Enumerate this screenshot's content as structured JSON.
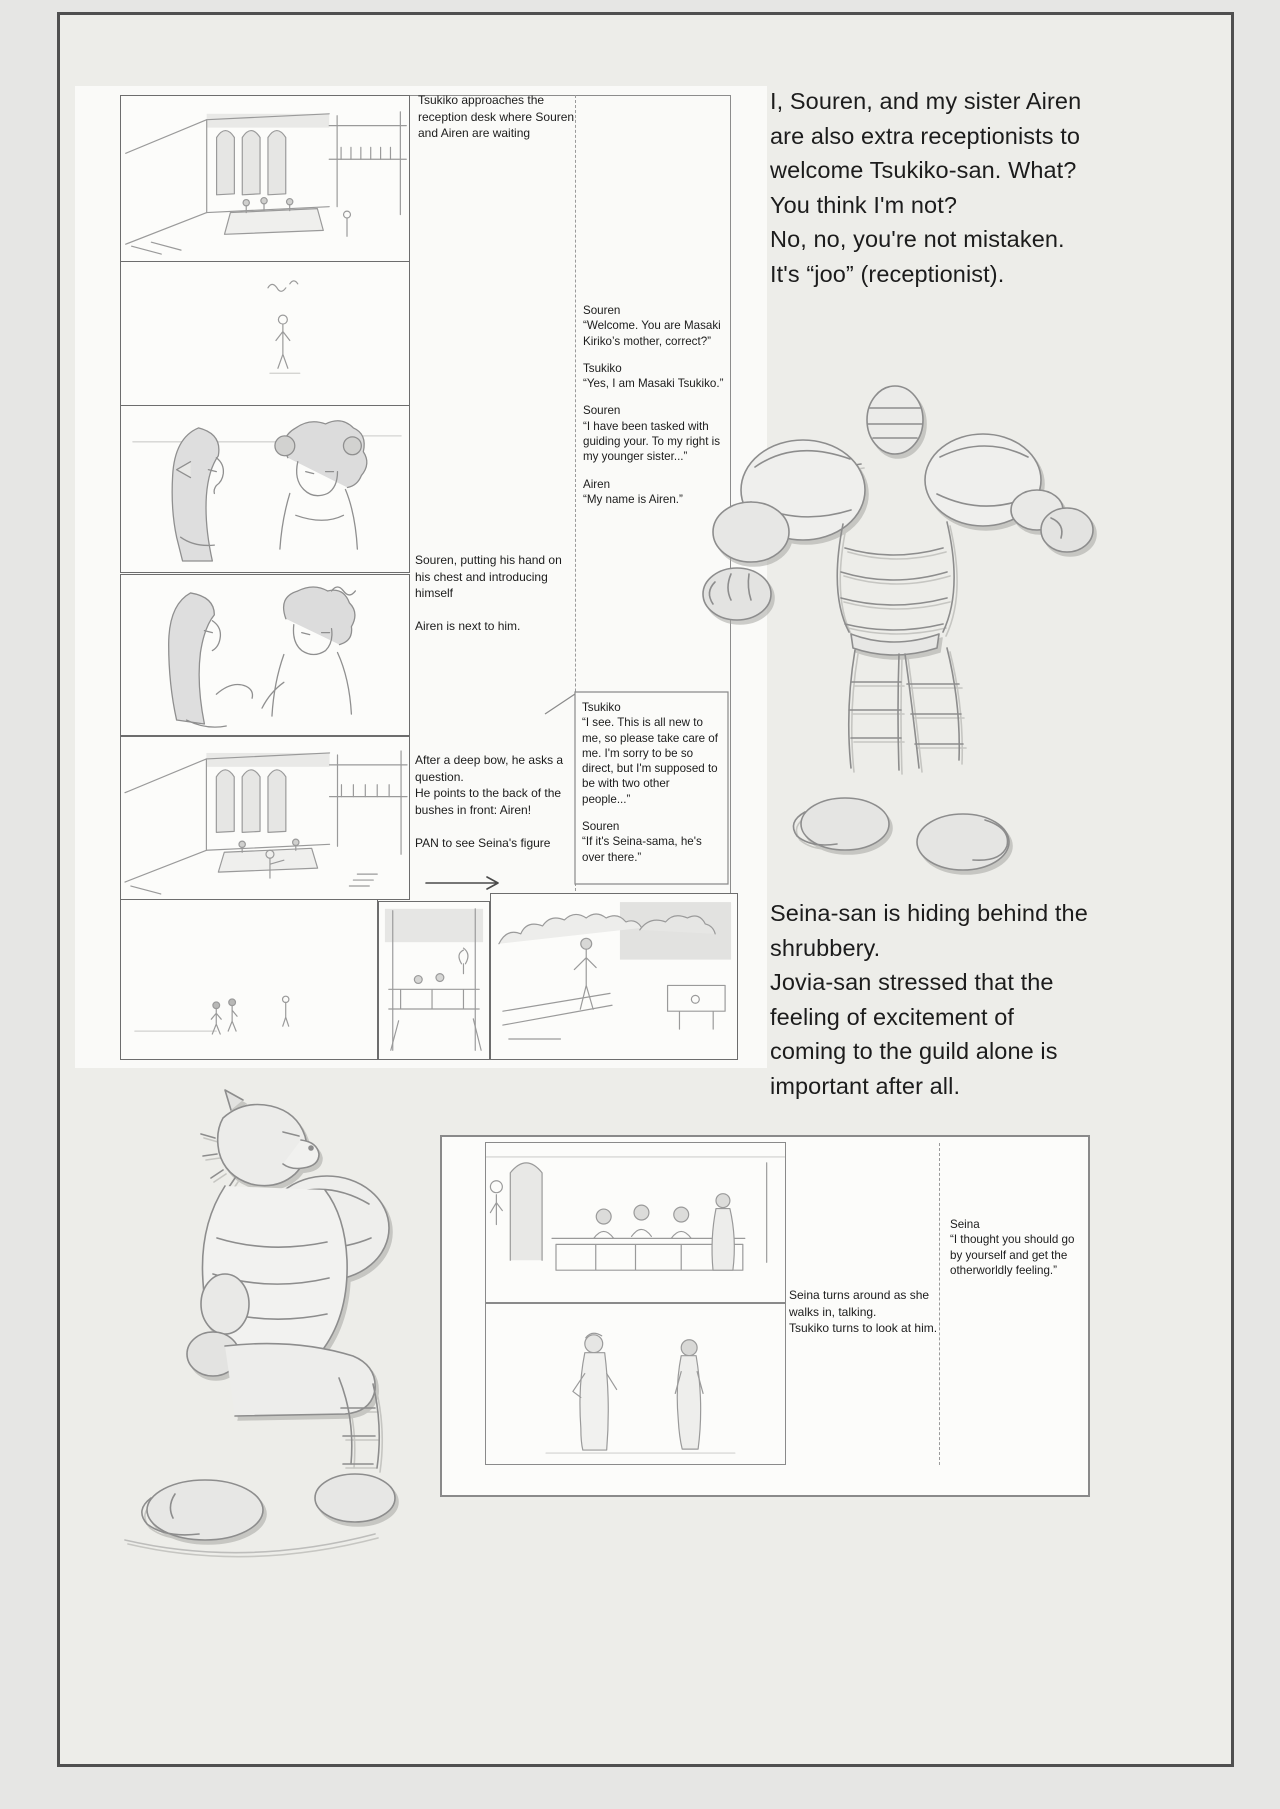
{
  "colors": {
    "outer_bg": "#e6e6e4",
    "frame": "#4f4f4f",
    "paper": "#fafaf8",
    "sketch_line": "#8d8d8d",
    "text": "#1c1c1c"
  },
  "storyboard": {
    "note_approach": "Tsukiko approaches the\nreception desk where Souren\nand Airen are waiting",
    "note_introduce": "Souren, putting his hand on\nhis chest and introducing\nhimself\n\nAiren is next to him.",
    "note_bow": "After a deep bow, he asks a\nquestion.\nHe points to the back of the\nbushes in front: Airen!\n\nPAN to see Seina's figure",
    "dialogue1": [
      {
        "speaker": "Souren",
        "line": "“Welcome. You are Masaki\nKiriko’s mother, correct?”"
      },
      {
        "speaker": "Tsukiko",
        "line": "“Yes, I am Masaki Tsukiko.”"
      },
      {
        "speaker": "Souren",
        "line": "“I have been tasked with\nguiding your. To my right is\nmy younger sister...”"
      },
      {
        "speaker": "Airen",
        "line": "“My name is Airen.”"
      }
    ],
    "dialogue2": [
      {
        "speaker": "Tsukiko",
        "line": "“I see. This is all new to\nme, so please take care of\nme. I'm sorry to be so\ndirect, but I'm supposed to\nbe with two other\npeople...”"
      },
      {
        "speaker": "Souren",
        "line": "“If it's Seina-sama, he's\nover there.”"
      }
    ]
  },
  "margin_notes": {
    "top": "I, Souren, and my sister Airen\nare also extra receptionists to\nwelcome Tsukiko-san. What?\nYou think I'm not?\nNo, no, you're not mistaken.\nIt's “joo” (receptionist).",
    "mid": "Seina-san is hiding behind the\nshrubbery.\nJovia-san stressed that the\nfeeling of excitement of\ncoming to the guild alone is\nimportant after all."
  },
  "bottom_box": {
    "note": "Seina turns around as she\nwalks in, talking.\nTsukiko turns to look at him.",
    "dialogue": [
      {
        "speaker": "Seina",
        "line": "“I thought you should go\nby yourself and get the\notherworldly feeling.”"
      }
    ]
  }
}
